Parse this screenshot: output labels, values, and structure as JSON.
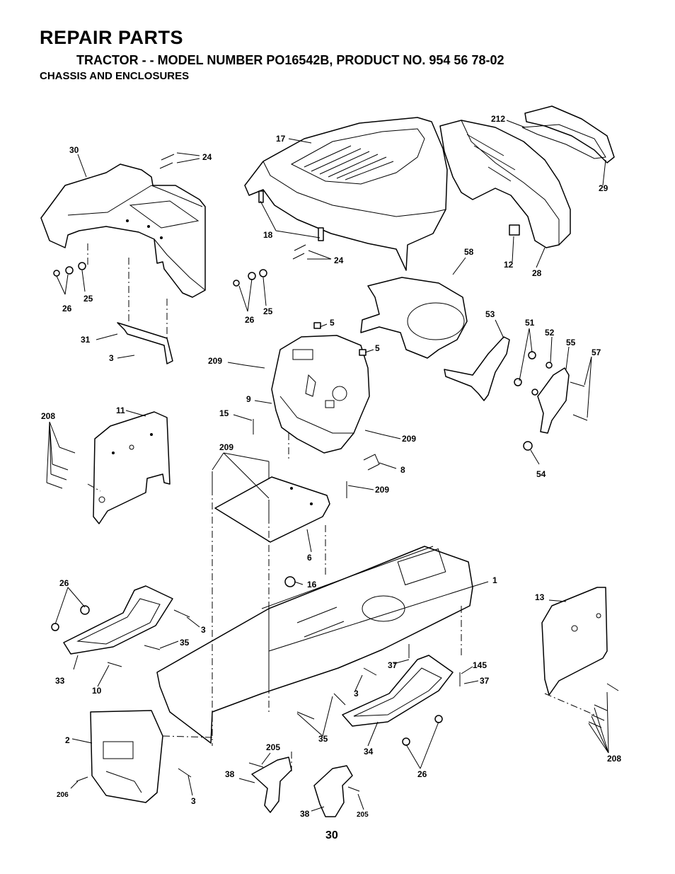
{
  "header": {
    "title": "REPAIR PARTS",
    "subtitle": "TRACTOR - - MODEL NUMBER PO16542B, PRODUCT NO. 954 56 78-02",
    "section": "CHASSIS AND ENCLOSURES"
  },
  "page_number": "30",
  "callouts": [
    {
      "id": "c-30",
      "text": "30"
    },
    {
      "id": "c-24a",
      "text": "24"
    },
    {
      "id": "c-17",
      "text": "17"
    },
    {
      "id": "c-212",
      "text": "212"
    },
    {
      "id": "c-29",
      "text": "29"
    },
    {
      "id": "c-18",
      "text": "18"
    },
    {
      "id": "c-24b",
      "text": "24"
    },
    {
      "id": "c-12",
      "text": "12"
    },
    {
      "id": "c-28",
      "text": "28"
    },
    {
      "id": "c-58",
      "text": "58"
    },
    {
      "id": "c-25a",
      "text": "25"
    },
    {
      "id": "c-26a",
      "text": "26"
    },
    {
      "id": "c-25b",
      "text": "25"
    },
    {
      "id": "c-26b",
      "text": "26"
    },
    {
      "id": "c-5a",
      "text": "5"
    },
    {
      "id": "c-5b",
      "text": "5"
    },
    {
      "id": "c-53",
      "text": "53"
    },
    {
      "id": "c-51",
      "text": "51"
    },
    {
      "id": "c-52",
      "text": "52"
    },
    {
      "id": "c-55",
      "text": "55"
    },
    {
      "id": "c-57",
      "text": "57"
    },
    {
      "id": "c-31",
      "text": "31"
    },
    {
      "id": "c-3a",
      "text": "3"
    },
    {
      "id": "c-209a",
      "text": "209"
    },
    {
      "id": "c-9",
      "text": "9"
    },
    {
      "id": "c-11",
      "text": "11"
    },
    {
      "id": "c-208a",
      "text": "208"
    },
    {
      "id": "c-15",
      "text": "15"
    },
    {
      "id": "c-209b",
      "text": "209"
    },
    {
      "id": "c-209c",
      "text": "209"
    },
    {
      "id": "c-8",
      "text": "8"
    },
    {
      "id": "c-54",
      "text": "54"
    },
    {
      "id": "c-209d",
      "text": "209"
    },
    {
      "id": "c-6",
      "text": "6"
    },
    {
      "id": "c-16",
      "text": "16"
    },
    {
      "id": "c-1",
      "text": "1"
    },
    {
      "id": "c-26c",
      "text": "26"
    },
    {
      "id": "c-3b",
      "text": "3"
    },
    {
      "id": "c-13",
      "text": "13"
    },
    {
      "id": "c-35a",
      "text": "35"
    },
    {
      "id": "c-33",
      "text": "33"
    },
    {
      "id": "c-10",
      "text": "10"
    },
    {
      "id": "c-37a",
      "text": "37"
    },
    {
      "id": "c-145",
      "text": "145"
    },
    {
      "id": "c-37b",
      "text": "37"
    },
    {
      "id": "c-3c",
      "text": "3"
    },
    {
      "id": "c-2",
      "text": "2"
    },
    {
      "id": "c-35b",
      "text": "35"
    },
    {
      "id": "c-205a",
      "text": "205"
    },
    {
      "id": "c-34",
      "text": "34"
    },
    {
      "id": "c-208b",
      "text": "208"
    },
    {
      "id": "c-38a",
      "text": "38"
    },
    {
      "id": "c-26d",
      "text": "26"
    },
    {
      "id": "c-206",
      "text": "206"
    },
    {
      "id": "c-3d",
      "text": "3"
    },
    {
      "id": "c-38b",
      "text": "38"
    },
    {
      "id": "c-205b",
      "text": "205"
    }
  ]
}
